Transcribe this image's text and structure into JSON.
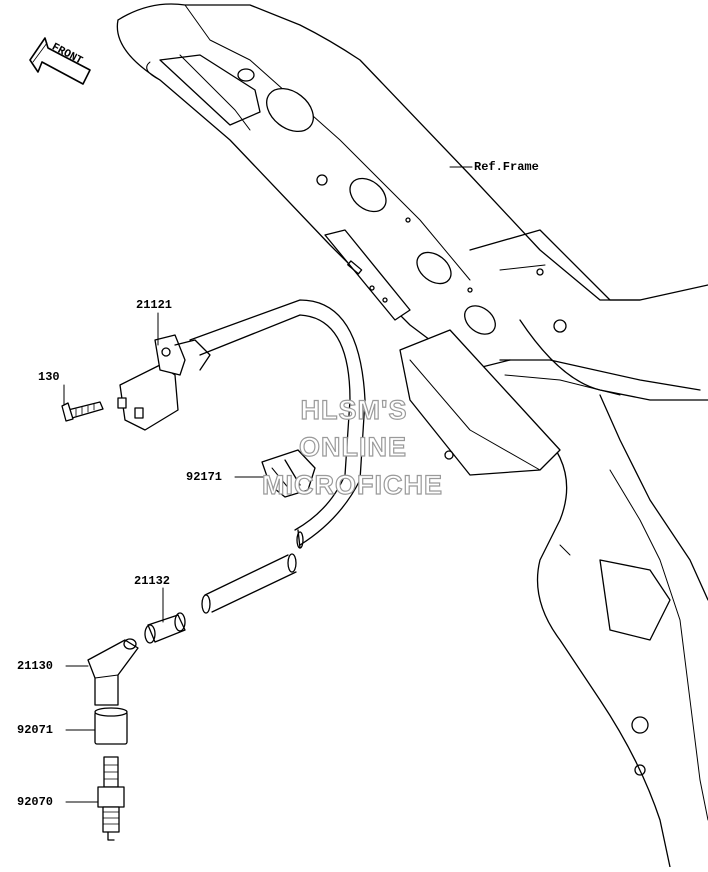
{
  "front_badge": {
    "label": "FRONT",
    "icon": "front-arrow-icon"
  },
  "callouts": {
    "frame": "Ref.Frame",
    "ignition_coil": "21121",
    "bolt": "130",
    "clamp": "92171",
    "cap_seal": "21132",
    "plug_cap": "21130",
    "boot": "92071",
    "spark_plug": "92070"
  },
  "watermark": {
    "line1": "HLSM'S",
    "line2": "ONLINE",
    "line3": "MICROFICHE"
  },
  "colors": {
    "line": "#000000",
    "fill": "#ffffff",
    "watermark_stroke": "#9a9a9a"
  }
}
